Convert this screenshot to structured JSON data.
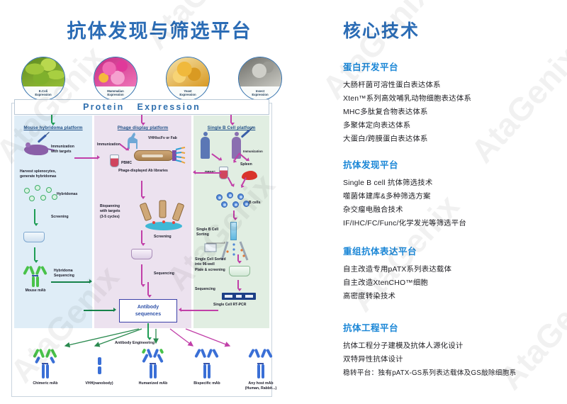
{
  "watermark": {
    "text": "AtaGenix",
    "color": "#000000"
  },
  "left": {
    "title": "抗体发现与筛选平台",
    "expression_systems": [
      {
        "name": "E.Coli",
        "line2": "Expression",
        "icon": "ecoli-photo"
      },
      {
        "name": "Mammalian",
        "line2": "Expression",
        "icon": "mammalian-photo"
      },
      {
        "name": "Yeast",
        "line2": "Expression",
        "icon": "yeast-photo"
      },
      {
        "name": "Insect",
        "line2": "Expression",
        "icon": "insect-photo"
      }
    ],
    "bar": {
      "word1": "Protein",
      "word2": "Expression"
    },
    "hybridoma": {
      "title": "Mouse hybridoma platform",
      "immunization": "Immunization\nwith targets",
      "harvest": "Harvest splenocytes,\ngenerate hybridomas",
      "hybridomas": "Hybridomas",
      "screening": "Screening",
      "mouse_mab": "Mouse mAb",
      "sequencing": "Hybridoma\nSequencing"
    },
    "phage": {
      "title": "Phage display platform",
      "immunization": "Immunization",
      "pbmc": "PBMC",
      "format": "VHH/scFv or Fab",
      "libraries": "Phage-displayed Ab libraries",
      "biopanning": "Biopanning\nwith targets\n(3-5 cycles)",
      "screening": "Screening",
      "sequencing": "Sequencing"
    },
    "bcell": {
      "title": "Single B Cell platform",
      "immunization": "Immunization",
      "pbmc": "PBMC",
      "spleen": "Spleen",
      "bcells": "B cells",
      "sorting": "Single B Cell\nSorting",
      "sorted": "Single Cell Sorted\ninto 96-well\nPlate & screening",
      "sequencing": "Sequencing",
      "rtpcr": "Single Cell RT-PCR"
    },
    "antibody_sequences": {
      "line1": "Antibody",
      "line2": "sequences"
    },
    "antibody_engineering": "Antibody Engineering",
    "products": [
      {
        "label": "Chimeric mAb"
      },
      {
        "label": "VHH(nanobody)"
      },
      {
        "label": "Humanized mAb"
      },
      {
        "label": "Bispecific mAb"
      },
      {
        "label": "Any host mAb\n(Human, Rabbit...)"
      }
    ]
  },
  "right": {
    "title": "核心技术",
    "sections": [
      {
        "title": "蛋白开发平台",
        "items": [
          "大肠杆菌可溶性蛋白表达体系",
          "Xten™系列高效哺乳动物细胞表达体系",
          "MHC多肽复合物表达体系",
          "多聚体定向表达体系",
          "大蛋白/跨膜蛋白表达体系"
        ]
      },
      {
        "title": "抗体发现平台",
        "items": [
          "Single B cell 抗体筛选技术",
          "噬菌体建库&多种筛选方案",
          "杂交瘤电融合技术",
          "IF/IHC/FC/Func/化学发光等筛选平台"
        ]
      },
      {
        "title": "重组抗体表达平台",
        "items": [
          "自主改造专用pATX系列表达载体",
          "自主改造XtenCHO™细胞",
          "高密度转染技术"
        ]
      },
      {
        "title": "抗体工程平台",
        "items": [
          "抗体工程分子建模及抗体人源化设计",
          "双特异性抗体设计",
          "稳转平台：独有pATX-GS系列表达载体及GS敲除细胞系"
        ]
      }
    ]
  }
}
